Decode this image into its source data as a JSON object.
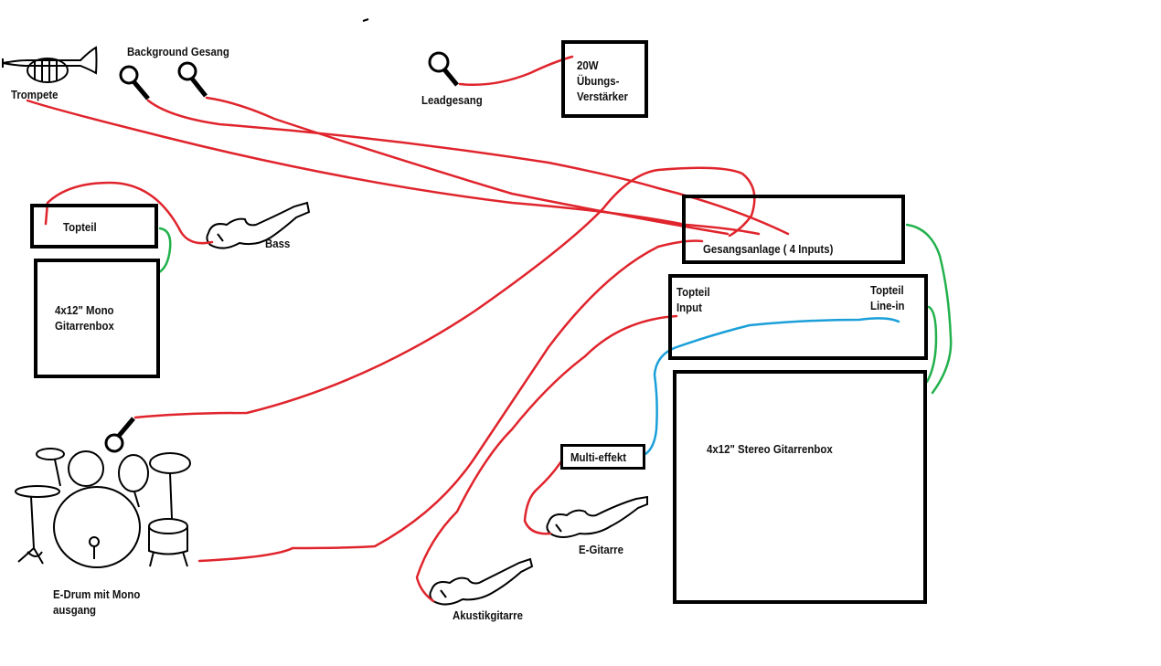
{
  "labels": {
    "trompete": "Trompete",
    "background_gesang": "Background Gesang",
    "leadgesang": "Leadgesang",
    "uebungs_verstaerker": "20W\nÜbungs-\nVerstärker",
    "bass_topteil": "Topteil",
    "bass": "Bass",
    "mono_box": "4x12\" Mono\nGitarrenbox",
    "gesangsanlage": "Gesangsanlage ( 4 Inputs)",
    "topteil_input": "Topteil\nInput",
    "topteil_line_in": "Topteil\nLine-in",
    "multi_effekt": "Multi-effekt",
    "stereo_box": "4x12\" Stereo Gitarrenbox",
    "e_gitarre": "E-Gitarre",
    "akustikgitarre": "Akustikgitarre",
    "e_drum": "E-Drum mit Mono\nausgang"
  },
  "colors": {
    "outline": "#000000",
    "signal_cable": "#e0242c",
    "speaker_cable": "#22b14c",
    "line_cable": "#1a9fd9"
  }
}
